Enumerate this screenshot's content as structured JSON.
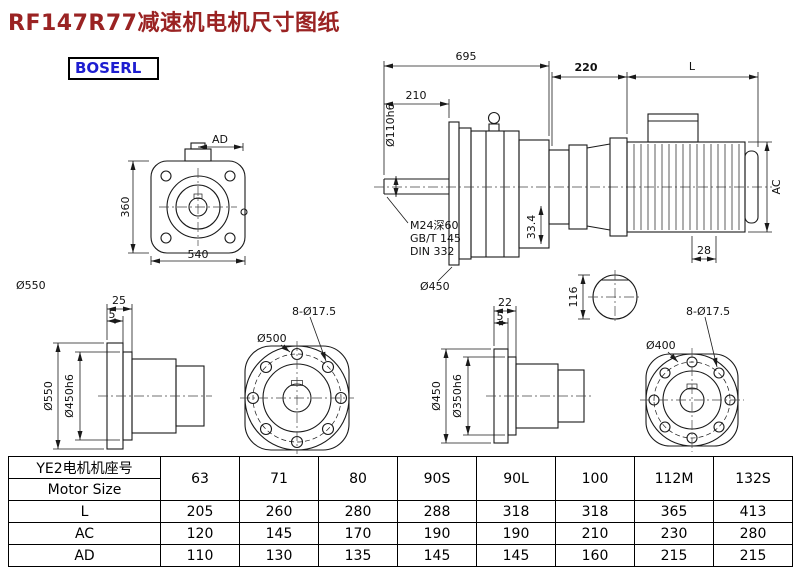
{
  "page": {
    "title": "RF147R77减速机电机尺寸图纸",
    "logo": "BOSERL"
  },
  "colors": {
    "title_red": "#9a2323",
    "logo_blue": "#1d1dd0",
    "line": "#1a1a1a"
  },
  "labels": {
    "front_view": {
      "ad": "AD",
      "height": "360",
      "width": "540",
      "dia": "Ø550"
    },
    "side_view": {
      "total": "695",
      "shaft_len": "210",
      "shaft_dia": "Ø110h6",
      "tap": "M24深60",
      "std1": "GB/T 145",
      "std2": "DIN 332",
      "key": "33.4",
      "flange": "Ø450"
    },
    "motor": {
      "len220": "220",
      "len_l": "L",
      "ac": "AC",
      "d28": "28",
      "d116": "116"
    },
    "b1": {
      "d25": "25",
      "d5": "5",
      "outer": "Ø550",
      "spigot": "Ø450h6"
    },
    "b2": {
      "holes": "8-Ø17.5",
      "dia": "Ø500"
    },
    "b3": {
      "d22": "22",
      "d5": "5",
      "outer": "Ø450",
      "spigot": "Ø350h6"
    },
    "b4": {
      "holes": "8-Ø17.5",
      "dia": "Ø400"
    }
  },
  "table": {
    "header_cn": "YE2电机机座号",
    "header_en": "Motor Size",
    "columns": [
      "63",
      "71",
      "80",
      "90S",
      "90L",
      "100",
      "112M",
      "132S"
    ],
    "rows": [
      {
        "label": "L",
        "values": [
          "205",
          "260",
          "280",
          "288",
          "318",
          "318",
          "365",
          "413"
        ]
      },
      {
        "label": "AC",
        "values": [
          "120",
          "145",
          "170",
          "190",
          "190",
          "210",
          "230",
          "280"
        ]
      },
      {
        "label": "AD",
        "values": [
          "110",
          "130",
          "135",
          "145",
          "145",
          "160",
          "215",
          "215"
        ]
      }
    ]
  }
}
